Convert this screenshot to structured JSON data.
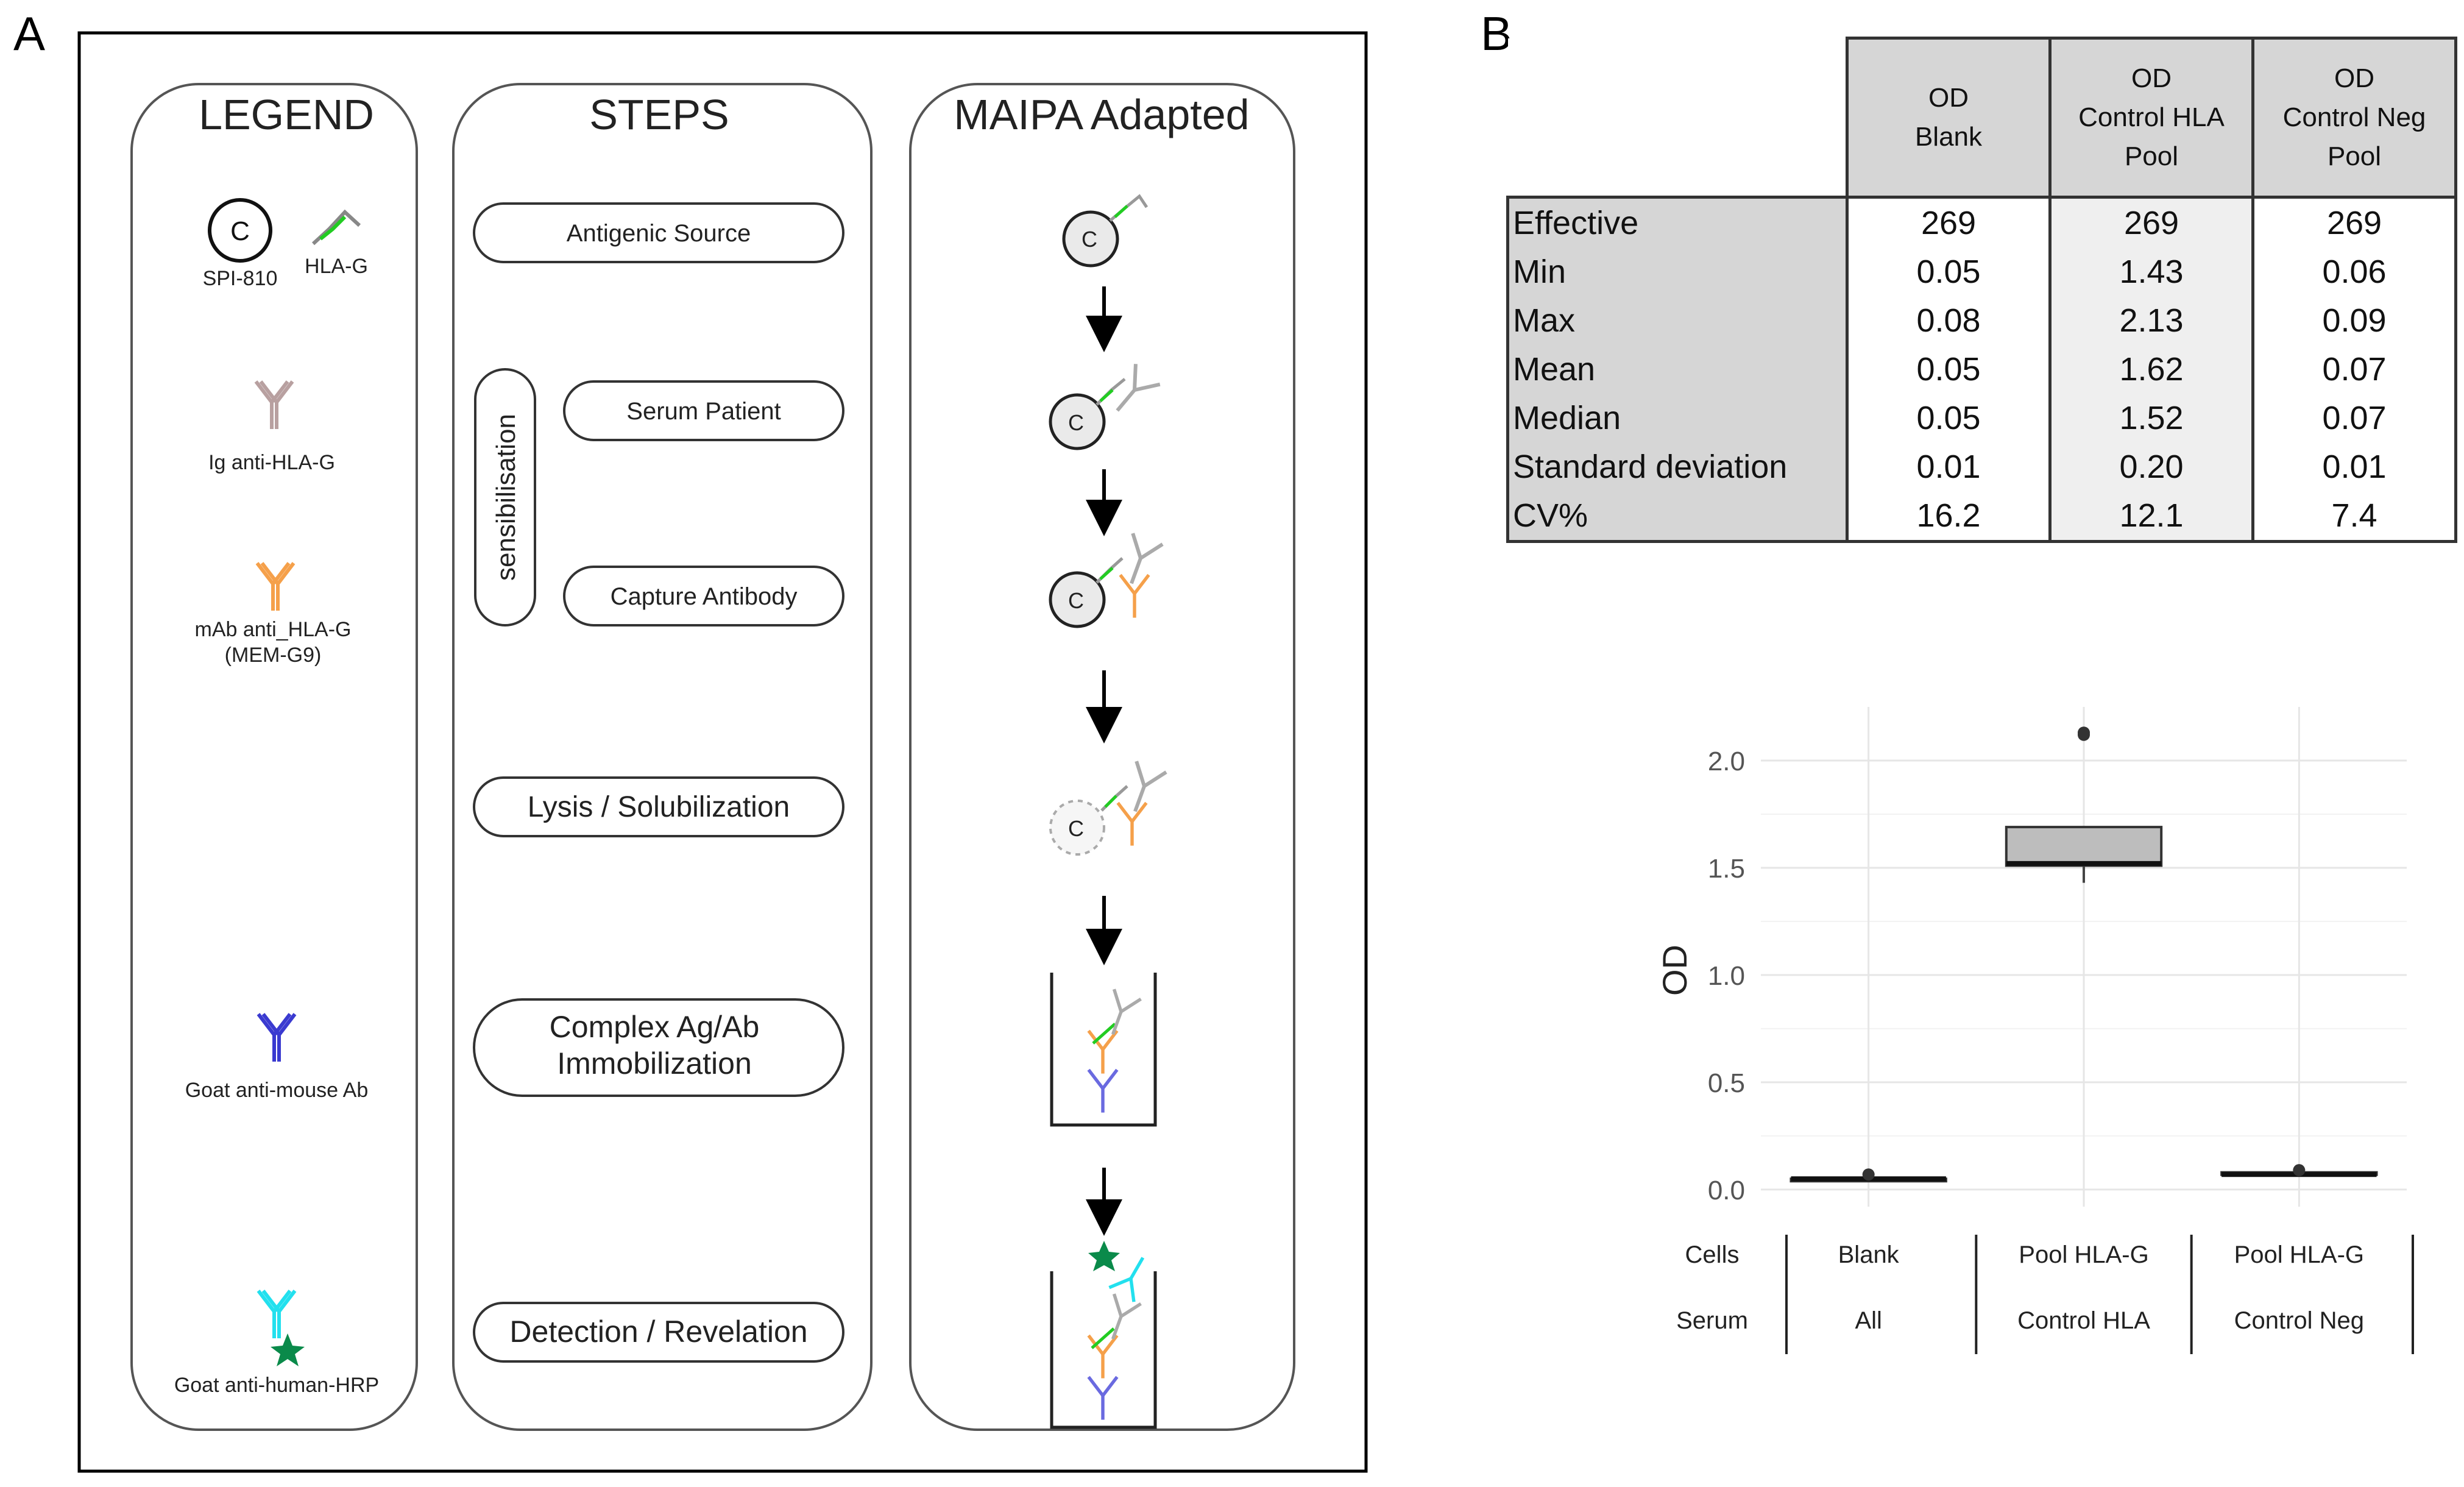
{
  "panel_a": {
    "label": "A",
    "legend": {
      "title": "LEGEND",
      "items": [
        {
          "label": "SPI-810",
          "badge": "C"
        },
        {
          "label": "HLA-G"
        },
        {
          "label": "Ig anti-HLA-G"
        },
        {
          "label": "mAb anti_HLA-G",
          "sublabel": "(MEM-G9)"
        },
        {
          "label": "Goat anti-mouse Ab"
        },
        {
          "label": "Goat anti-human-HRP"
        }
      ]
    },
    "steps": {
      "title": "STEPS",
      "group_label": "sensibilisation",
      "items": [
        {
          "lines": [
            "Antigenic Source"
          ]
        },
        {
          "lines": [
            "Serum Patient"
          ]
        },
        {
          "lines": [
            "Capture Antibody"
          ]
        },
        {
          "lines": [
            "Lysis / Solubilization"
          ]
        },
        {
          "lines": [
            "Complex Ag/Ab",
            "Immobilization"
          ]
        },
        {
          "lines": [
            "Detection / Revelation"
          ]
        }
      ]
    },
    "maipa": {
      "title": "MAIPA Adapted",
      "cell_badge": "C"
    },
    "colors": {
      "hla_g": "#22cc22",
      "ig_anti_hla_g": "#b8a0a0",
      "mab_mem_g9": "#f5a04a",
      "goat_anti_mouse": "#3a3ad0",
      "goat_anti_human_hrp": "#22e0ee",
      "hrp_star": "#0a8a4a",
      "cell_fill": "#eaeaea"
    }
  },
  "panel_b": {
    "label": "B",
    "table": {
      "columns": [
        [
          "OD",
          "Blank"
        ],
        [
          "OD",
          "Control HLA",
          "Pool"
        ],
        [
          "OD",
          "Control Neg",
          "Pool"
        ]
      ],
      "rows": [
        {
          "label": "Effective",
          "values": [
            "269",
            "269",
            "269"
          ]
        },
        {
          "label": "Min",
          "values": [
            "0.05",
            "1.43",
            "0.06"
          ]
        },
        {
          "label": "Max",
          "values": [
            "0.08",
            "2.13",
            "0.09"
          ]
        },
        {
          "label": "Mean",
          "values": [
            "0.05",
            "1.62",
            "0.07"
          ]
        },
        {
          "label": "Median",
          "values": [
            "0.05",
            "1.52",
            "0.07"
          ]
        },
        {
          "label": "Standard deviation",
          "values": [
            "0.01",
            "0.20",
            "0.01"
          ]
        },
        {
          "label": "CV%",
          "values": [
            "16.2",
            "12.1",
            "7.4"
          ]
        }
      ]
    },
    "chart_data": {
      "type": "box",
      "ylabel": "OD",
      "ylim": [
        -0.08,
        2.25
      ],
      "yticks": [
        0.0,
        0.5,
        1.0,
        1.5,
        2.0
      ],
      "ytick_labels": [
        "0.0",
        "0.5",
        "1.0",
        "1.5",
        "2.0"
      ],
      "grid": true,
      "row_labels": [
        "Cells",
        "Serum"
      ],
      "groups": [
        {
          "cells": "Blank",
          "serum": "All",
          "whisker_low": 0.05,
          "q1": 0.05,
          "median": 0.05,
          "q3": 0.05,
          "whisker_high": 0.05,
          "outliers": [
            0.07
          ]
        },
        {
          "cells": "Pool HLA-G",
          "serum": "Control HLA",
          "whisker_low": 1.43,
          "q1": 1.51,
          "median": 1.52,
          "q3": 1.69,
          "whisker_high": 1.69,
          "outliers": [
            2.12,
            2.13
          ]
        },
        {
          "cells": "Pool HLA-G",
          "serum": "Control Neg",
          "whisker_low": 0.06,
          "q1": 0.07,
          "median": 0.07,
          "q3": 0.08,
          "whisker_high": 0.08,
          "outliers": [
            0.09
          ]
        }
      ],
      "box_fill": "#bdbdbd"
    }
  }
}
